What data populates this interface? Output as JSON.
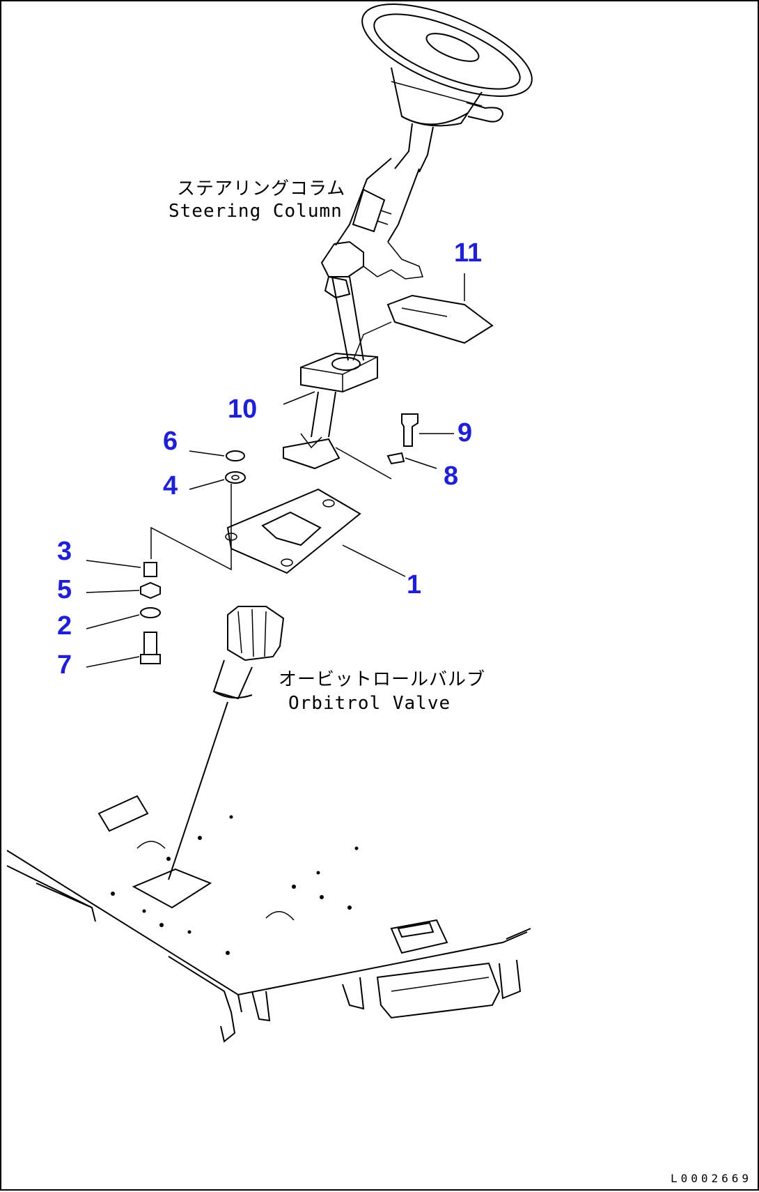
{
  "labels": {
    "steering_column_jp": "ステアリングコラム",
    "steering_column_en": "Steering Column",
    "orbitrol_valve_jp": "オービットロールバルブ",
    "orbitrol_valve_en": "Orbitrol Valve"
  },
  "callouts": {
    "c1": "1",
    "c2": "2",
    "c3": "3",
    "c4": "4",
    "c5": "5",
    "c6": "6",
    "c7": "7",
    "c8": "8",
    "c9": "9",
    "c10": "10",
    "c11": "11"
  },
  "drawing_code": "L0002669",
  "colors": {
    "callout": "#1f1fd6",
    "line": "#000000",
    "background": "#ffffff"
  }
}
